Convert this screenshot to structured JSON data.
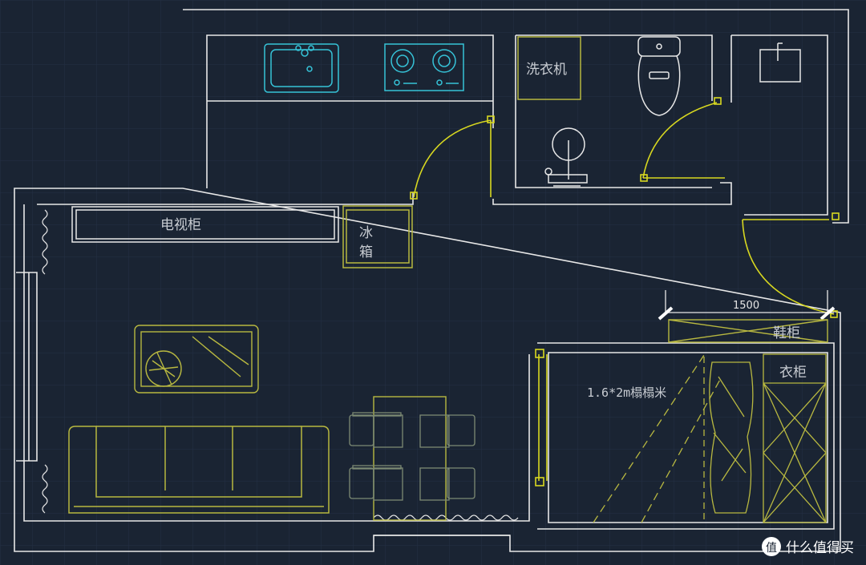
{
  "labels": {
    "tv_cabinet": "电视柜",
    "fridge_1": "冰",
    "fridge_2": "箱",
    "washer": "洗衣机",
    "shoe_cabinet": "鞋柜",
    "wardrobe": "衣柜",
    "bed": "1.6*2m榻榻米",
    "dimension": "1500"
  },
  "watermark": {
    "text": "什么值得买",
    "logo_glyph": "值"
  },
  "colors": {
    "background": "#1a2433",
    "wall": "#e8e8e8",
    "furniture": "#b8b840",
    "door": "#d8d820",
    "fixture": "#36c3d8",
    "grid": "#243044"
  }
}
